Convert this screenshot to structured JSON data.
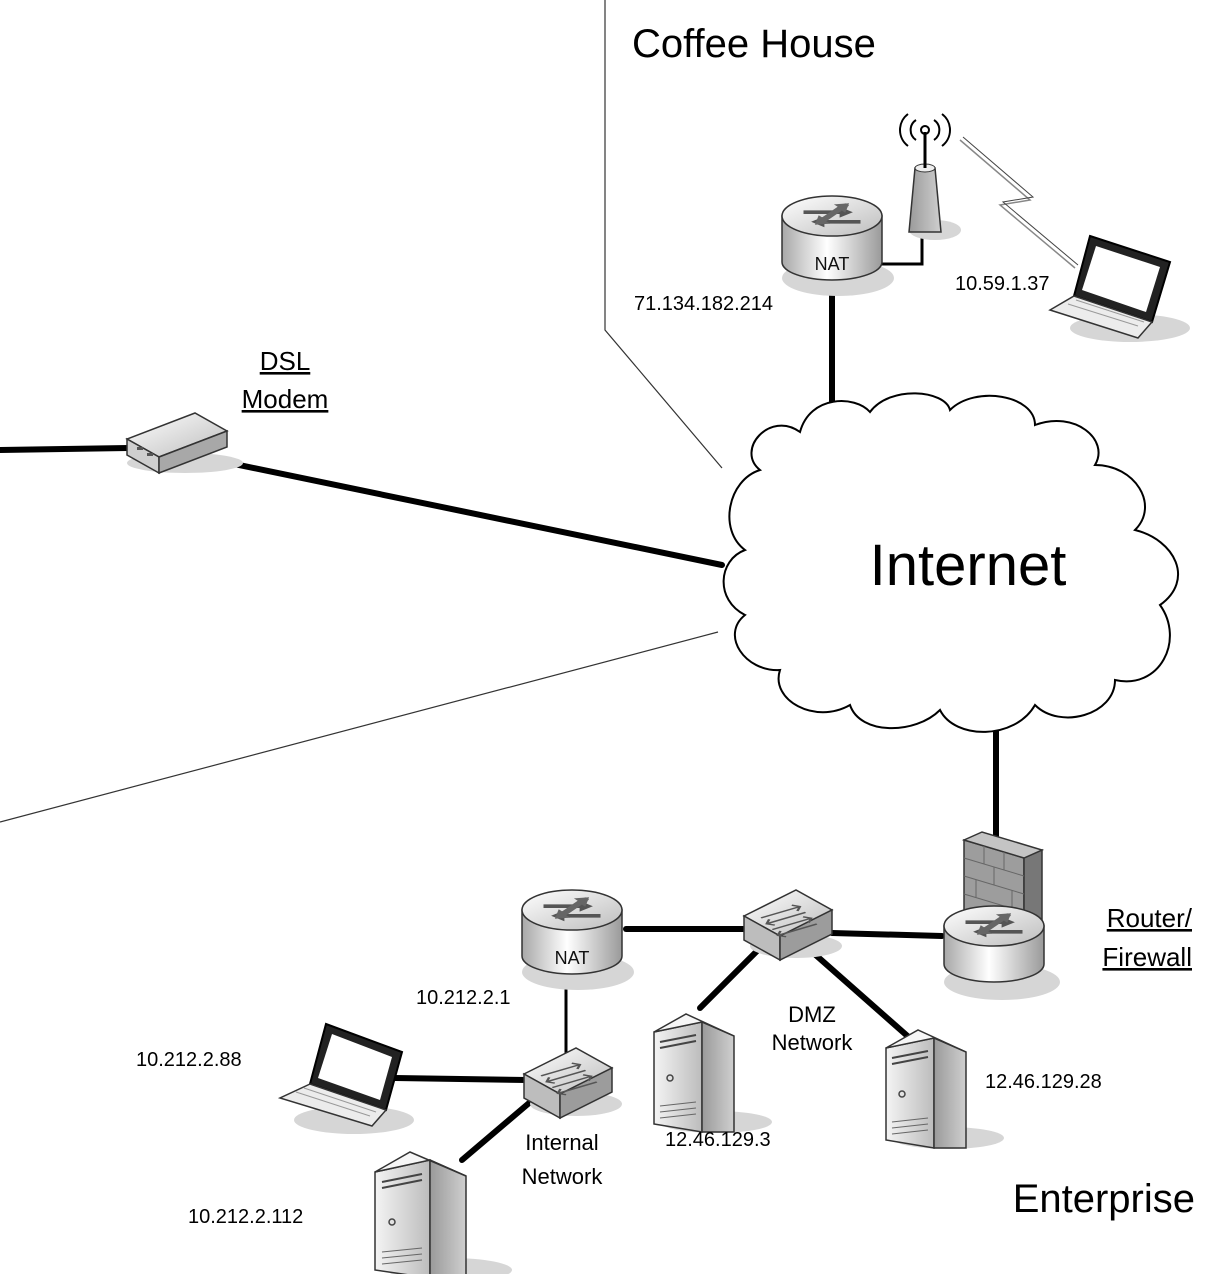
{
  "zones": {
    "coffee_house": "Coffee House",
    "enterprise": "Enterprise",
    "internet": "Internet"
  },
  "labels": {
    "dsl_modem_line1": "DSL",
    "dsl_modem_line2": "Modem",
    "router_firewall_line1": "Router/",
    "router_firewall_line2": "Firewall",
    "dmz_line1": "DMZ",
    "dmz_line2": "Network",
    "internal_line1": "Internal",
    "internal_line2": "Network",
    "nat_tag": "NAT"
  },
  "addresses": {
    "coffee_public": "71.134.182.214",
    "coffee_laptop": "10.59.1.37",
    "ent_nat_inside": "10.212.2.1",
    "ent_laptop": "10.212.2.88",
    "ent_internal_server": "10.212.2.112",
    "dmz_server_1": "12.46.129.3",
    "dmz_server_2": "12.46.129.28"
  },
  "colors": {
    "line": "#000000",
    "device_light": "#f2f2f2",
    "device_mid": "#c8c8c8",
    "device_dark": "#8a8a8a",
    "shadow": "#d4d4d4"
  }
}
